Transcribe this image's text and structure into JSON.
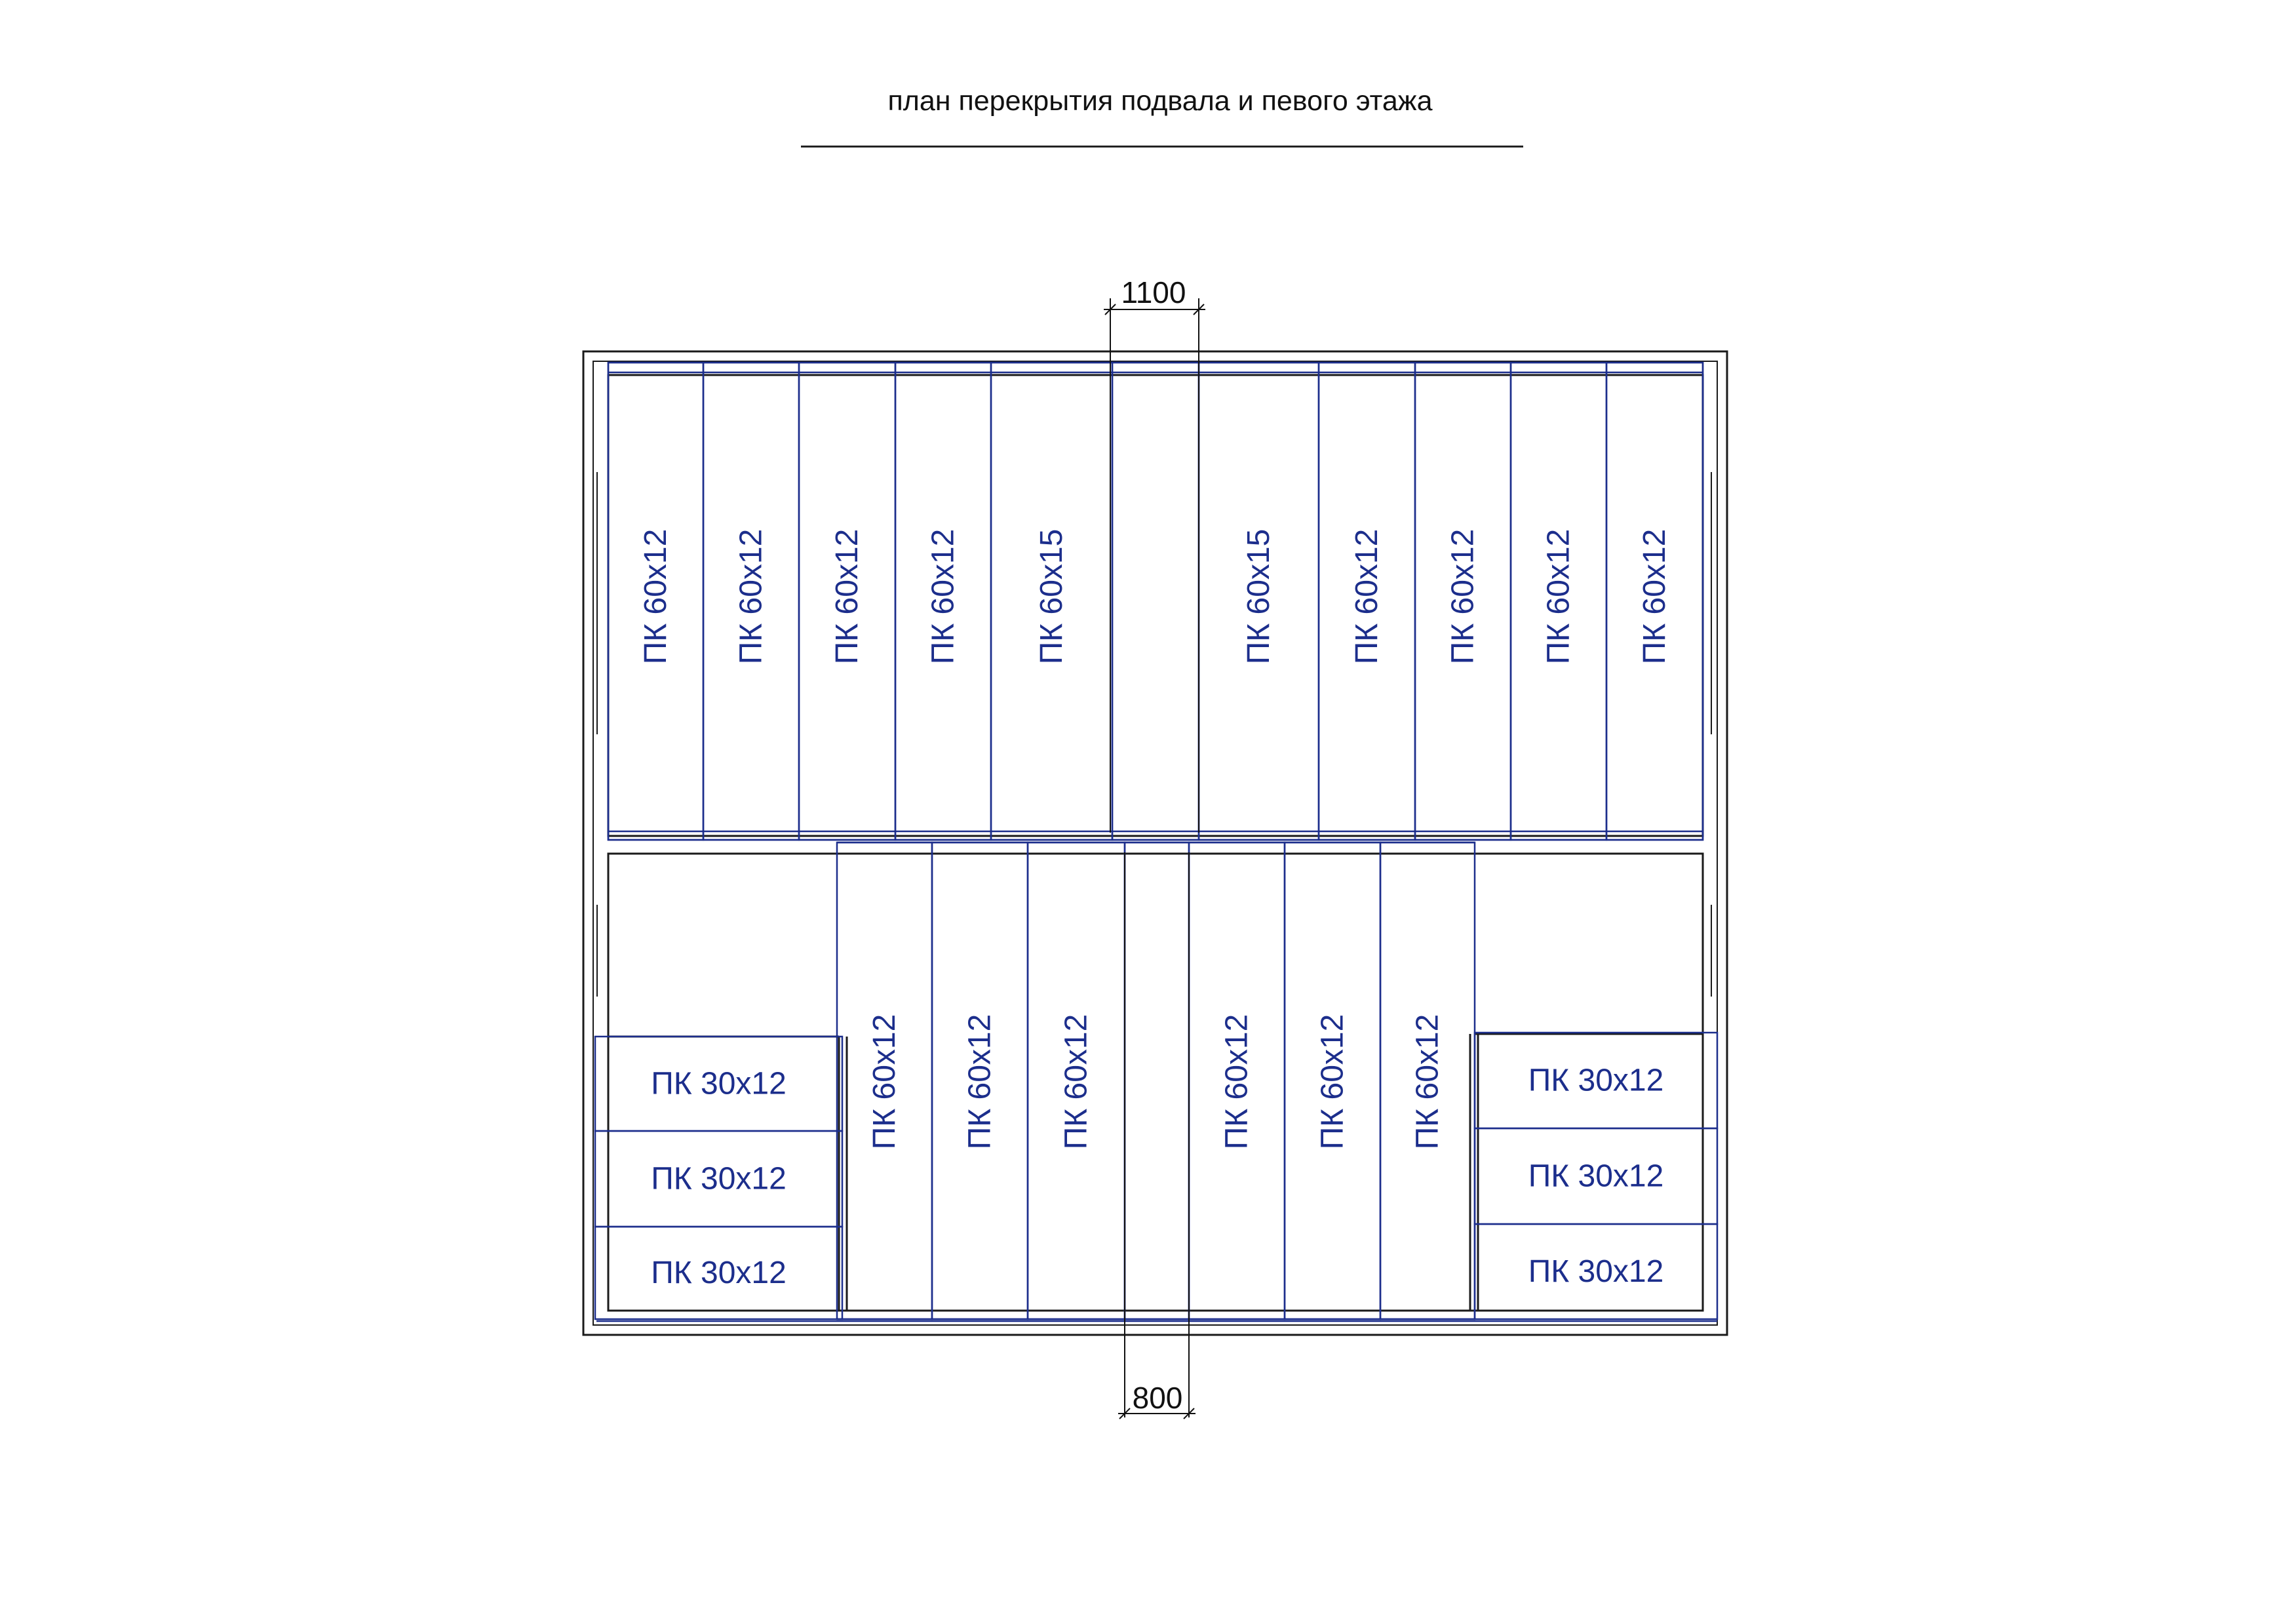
{
  "title": "план перекрытия подвала и певого этажа",
  "colors": {
    "frame": "#1a1a1a",
    "slab_line": "#1c2e8c",
    "slab_text": "#1c2e8c"
  },
  "dimensions": {
    "top_gap": "1100",
    "bottom_gap": "800"
  },
  "upper_row": [
    {
      "label": "ПК 60х12"
    },
    {
      "label": "ПК 60х12"
    },
    {
      "label": "ПК 60х12"
    },
    {
      "label": "ПК 60х12"
    },
    {
      "label": "ПК 60х15"
    },
    {
      "label": "ПК 60х15"
    },
    {
      "label": "ПК 60х12"
    },
    {
      "label": "ПК 60х12"
    },
    {
      "label": "ПК 60х12"
    },
    {
      "label": "ПК 60х12"
    }
  ],
  "lower_row": [
    {
      "label": "ПК 60х12"
    },
    {
      "label": "ПК 60х12"
    },
    {
      "label": "ПК 60х12"
    },
    {
      "label": "ПК 60х12"
    },
    {
      "label": "ПК 60х12"
    },
    {
      "label": "ПК 60х12"
    }
  ],
  "left_short_slabs": [
    {
      "label": "ПК 30х12"
    },
    {
      "label": "ПК 30х12"
    },
    {
      "label": "ПК 30х12"
    }
  ],
  "right_short_slabs": [
    {
      "label": "ПК 30х12"
    },
    {
      "label": "ПК 30х12"
    },
    {
      "label": "ПК 30х12"
    }
  ]
}
